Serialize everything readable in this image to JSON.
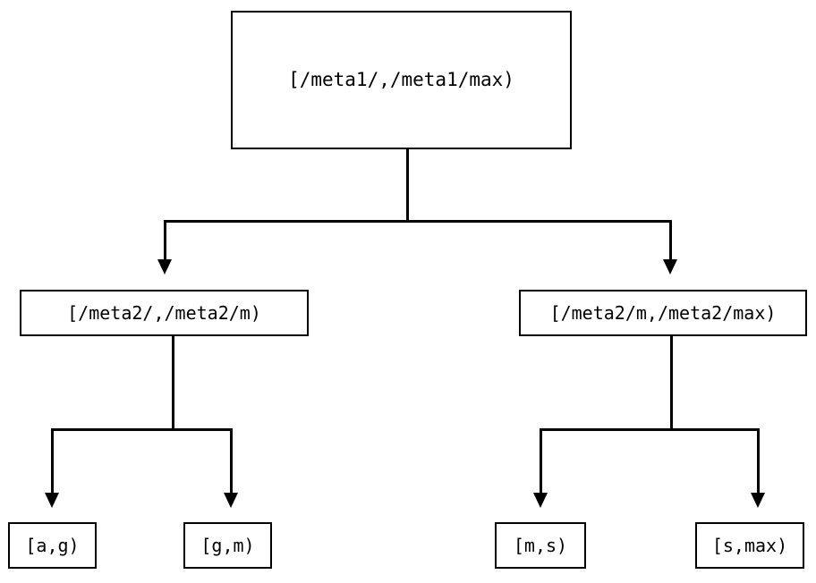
{
  "diagram": {
    "type": "binary-range-partition-tree",
    "levels": 3,
    "colors": {
      "background": "#ffffff",
      "stroke": "#000000",
      "text": "#000000"
    },
    "root": {
      "id": "root",
      "label": "[/meta1/,/meta1/max)"
    },
    "level2": [
      {
        "id": "mid-left",
        "label": "[/meta2/,/meta2/m)"
      },
      {
        "id": "mid-right",
        "label": "[/meta2/m,/meta2/max)"
      }
    ],
    "leaves": [
      {
        "id": "leaf-ag",
        "label": "[a,g)",
        "parent": "mid-left"
      },
      {
        "id": "leaf-gm",
        "label": "[g,m)",
        "parent": "mid-left"
      },
      {
        "id": "leaf-ms",
        "label": "[m,s)",
        "parent": "mid-right"
      },
      {
        "id": "leaf-smax",
        "label": "[s,max)",
        "parent": "mid-right"
      }
    ],
    "edges": [
      {
        "from": "root",
        "to": "mid-left",
        "arrow": "down-triangle"
      },
      {
        "from": "root",
        "to": "mid-right",
        "arrow": "down-triangle"
      },
      {
        "from": "mid-left",
        "to": "leaf-ag",
        "arrow": "down-triangle"
      },
      {
        "from": "mid-left",
        "to": "leaf-gm",
        "arrow": "down-triangle"
      },
      {
        "from": "mid-right",
        "to": "leaf-ms",
        "arrow": "down-triangle"
      },
      {
        "from": "mid-right",
        "to": "leaf-smax",
        "arrow": "down-triangle"
      }
    ]
  }
}
